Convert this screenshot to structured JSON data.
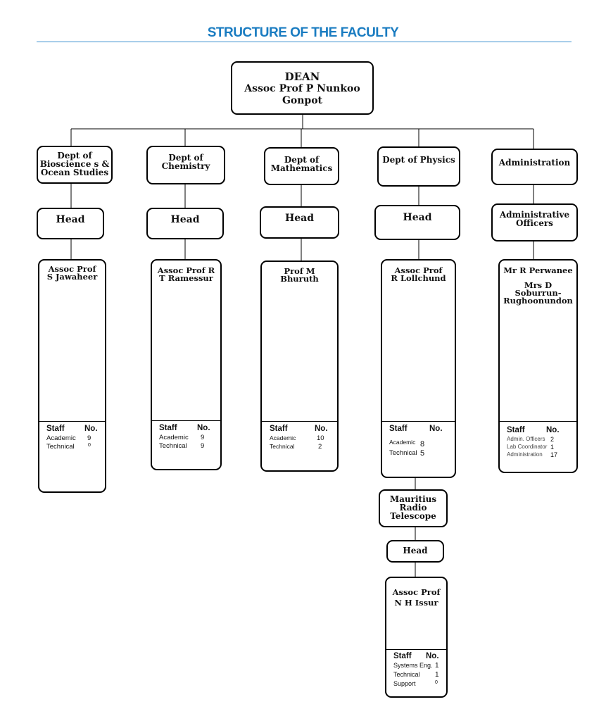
{
  "title": "STRUCTURE OF THE FACULTY",
  "dean": {
    "title": "DEAN",
    "name": "Assoc Prof P Nunkoo Gonpot"
  },
  "staff_header": {
    "staff": "Staff",
    "no": "No."
  },
  "units": [
    {
      "name": "Dept of\nBioscience s &\nOcean Studies",
      "head_label": "Head",
      "person": "Assoc Prof\nS Jawaheer",
      "staff": [
        {
          "role": "Academic",
          "count": "9"
        },
        {
          "role": "Technical",
          "count": "0"
        }
      ]
    },
    {
      "name": "Dept of\nChemistry",
      "head_label": "Head",
      "person": "Assoc Prof R\nT Ramessur",
      "staff": [
        {
          "role": "Academic",
          "count": "9"
        },
        {
          "role": "Technical",
          "count": "9"
        }
      ]
    },
    {
      "name": "Dept of\nMathematics",
      "head_label": "Head",
      "person": "Prof M\nBhuruth",
      "staff": [
        {
          "role": "Academic",
          "count": "10"
        },
        {
          "role": "Technical",
          "count": "2"
        }
      ]
    },
    {
      "name": "Dept of Physics",
      "head_label": "Head",
      "person": "Assoc Prof\nR Lollchund",
      "staff": [
        {
          "role": "Academic",
          "count": "8"
        },
        {
          "role": "Technical",
          "count": "5"
        }
      ]
    },
    {
      "name": "Administration",
      "head_label": "Administrative\nOfficers",
      "person": "Mr R Perwanee",
      "person2": "Mrs D\nSoburrun-\nRughoonundon",
      "staff": [
        {
          "role": "Admin. Officers",
          "count": "2"
        },
        {
          "role": "Lab Coordinator",
          "count": "1"
        },
        {
          "role": "Administration",
          "count": "17"
        }
      ]
    }
  ],
  "mrt": {
    "name": "Mauritius\nRadio\nTelescope",
    "head_label": "Head",
    "person": "Assoc Prof\nN H Issur",
    "staff": [
      {
        "role": "Systems Eng.",
        "count": "1"
      },
      {
        "role": "Technical",
        "count": "1"
      },
      {
        "role": "Support",
        "count": "0"
      }
    ]
  }
}
